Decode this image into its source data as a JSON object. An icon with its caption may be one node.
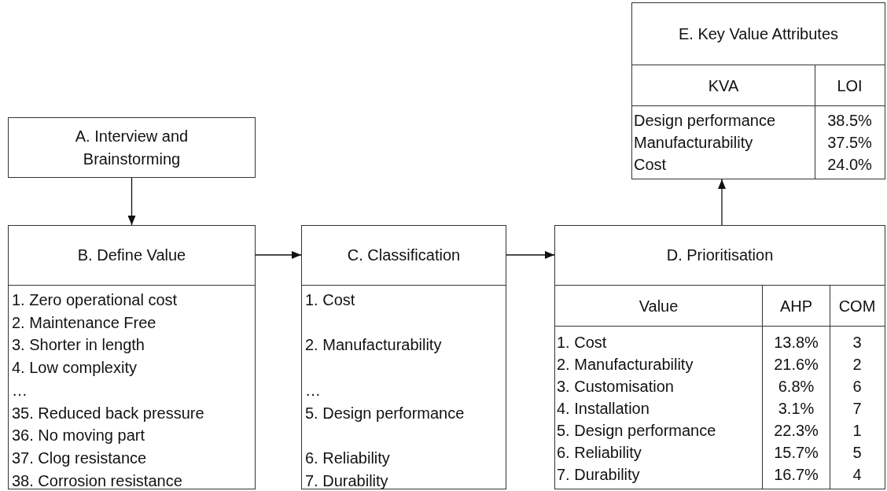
{
  "diagram": {
    "nodes": [
      {
        "text": [
          "A. Interview and Brainstorming"
        ]
      },
      {
        "text": [
          "B. Define Value",
          "1. Zero operational cost",
          "2. Maintenance Free",
          "3. Shorter in length",
          "4. Low complexity",
          "…",
          "35. Reduced back pressure",
          "36. No moving part",
          "37. Clog resistance",
          "38. Corrosion resistance"
        ]
      },
      {
        "text": [
          "C. Classification",
          "1. Cost",
          "2. Manufacturability",
          "…",
          "5. Design performance",
          "6. Reliability",
          "7. Durability"
        ]
      },
      {
        "text": [
          "D. Prioritisation",
          "Value",
          "AHP",
          "COM",
          "1. Cost",
          "13.8%",
          "3",
          "2. Manufacturability",
          "21.6%",
          "2",
          "3. Customisation",
          "6.8%",
          "6",
          "4. Installation",
          "3.1%",
          "7",
          "5. Design performance",
          "22.3%",
          "1",
          "6. Reliability",
          "15.7%",
          "5",
          "7. Durability",
          "16.7%",
          "4"
        ]
      },
      {
        "text": [
          "E. Key Value Attributes",
          "KVA",
          "LOI",
          "Design performance",
          "38.5%",
          "Manufacturability",
          "37.5%",
          "Cost",
          "24.0%"
        ]
      }
    ],
    "edges": [
      {
        "from": 0,
        "to": 1,
        "arrow": "to"
      },
      {
        "from": 1,
        "to": 2,
        "arrow": "to"
      },
      {
        "from": 2,
        "to": 3,
        "arrow": "to"
      },
      {
        "from": 3,
        "to": 4,
        "arrow": "to"
      }
    ]
  }
}
